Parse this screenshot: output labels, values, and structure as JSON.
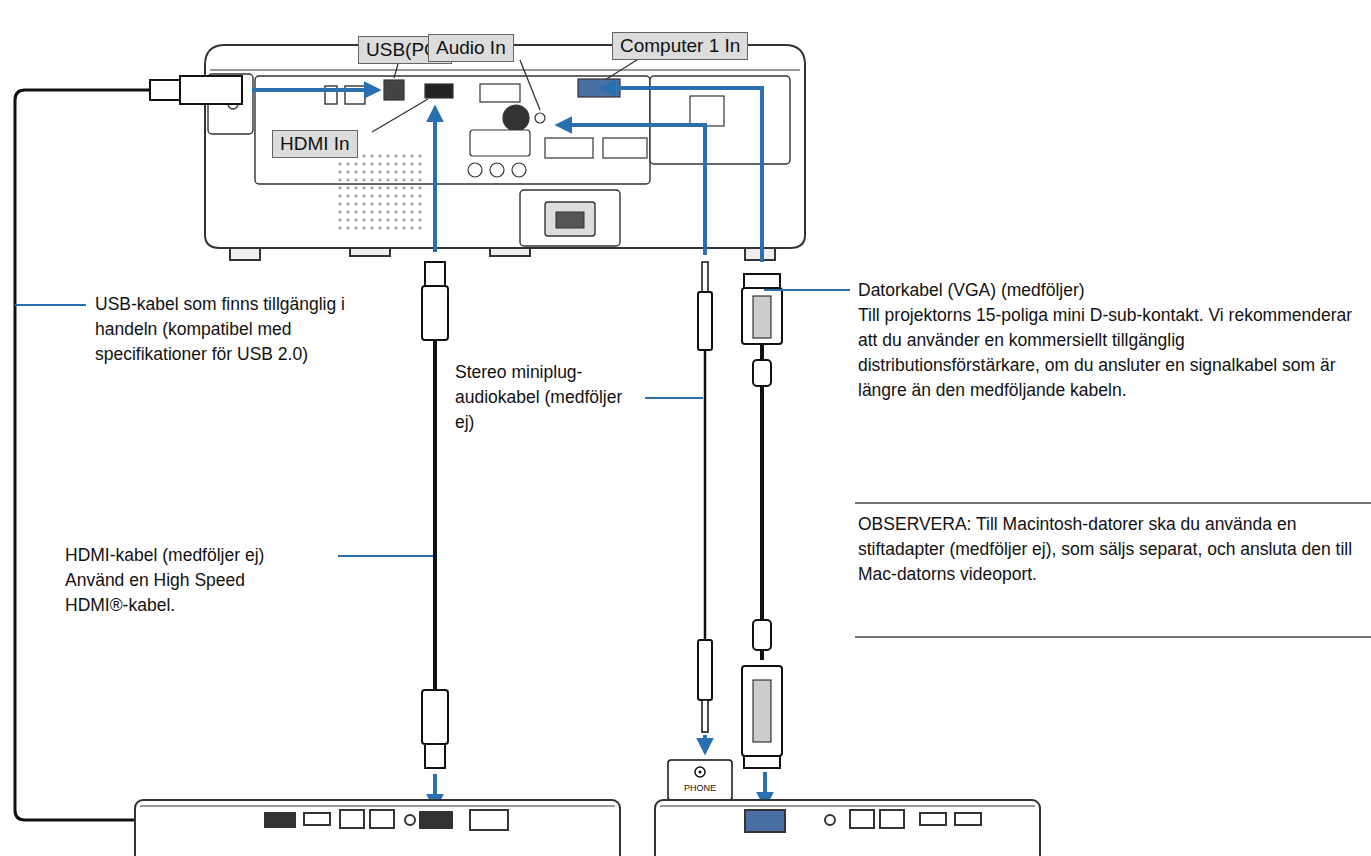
{
  "diagram": {
    "nodes": [
      {
        "text": [
          "USB(PC)"
        ]
      },
      {
        "text": [
          "Audio In"
        ]
      },
      {
        "text": [
          "Computer 1 In"
        ]
      },
      {
        "text": [
          "HDMI In"
        ]
      }
    ],
    "labels": [
      "USB-kabel som finns tillgänglig i handeln (kompatibel med specifikationer för USB 2.0)",
      "HDMI-kabel (medföljer ej)",
      "Använd en High Speed HDMI®-kabel.",
      "Stereo miniplug-audiokabel (medföljer ej)",
      "Datorkabel (VGA) (medföljer)",
      "Till projektorns 15-poliga mini D-sub-kontakt. Vi rekommenderar att du använder en kommersiellt tillgänglig distributionsförstärkare, om du ansluter en signalkabel som är längre än den medföljande kabeln.",
      "OBSERVERA: Till Macintosh-datorer ska du använda en stiftadapter (medföljer ej), som säljs separat, och ansluta den till Mac-datorns videoport.",
      "PHONE"
    ]
  }
}
